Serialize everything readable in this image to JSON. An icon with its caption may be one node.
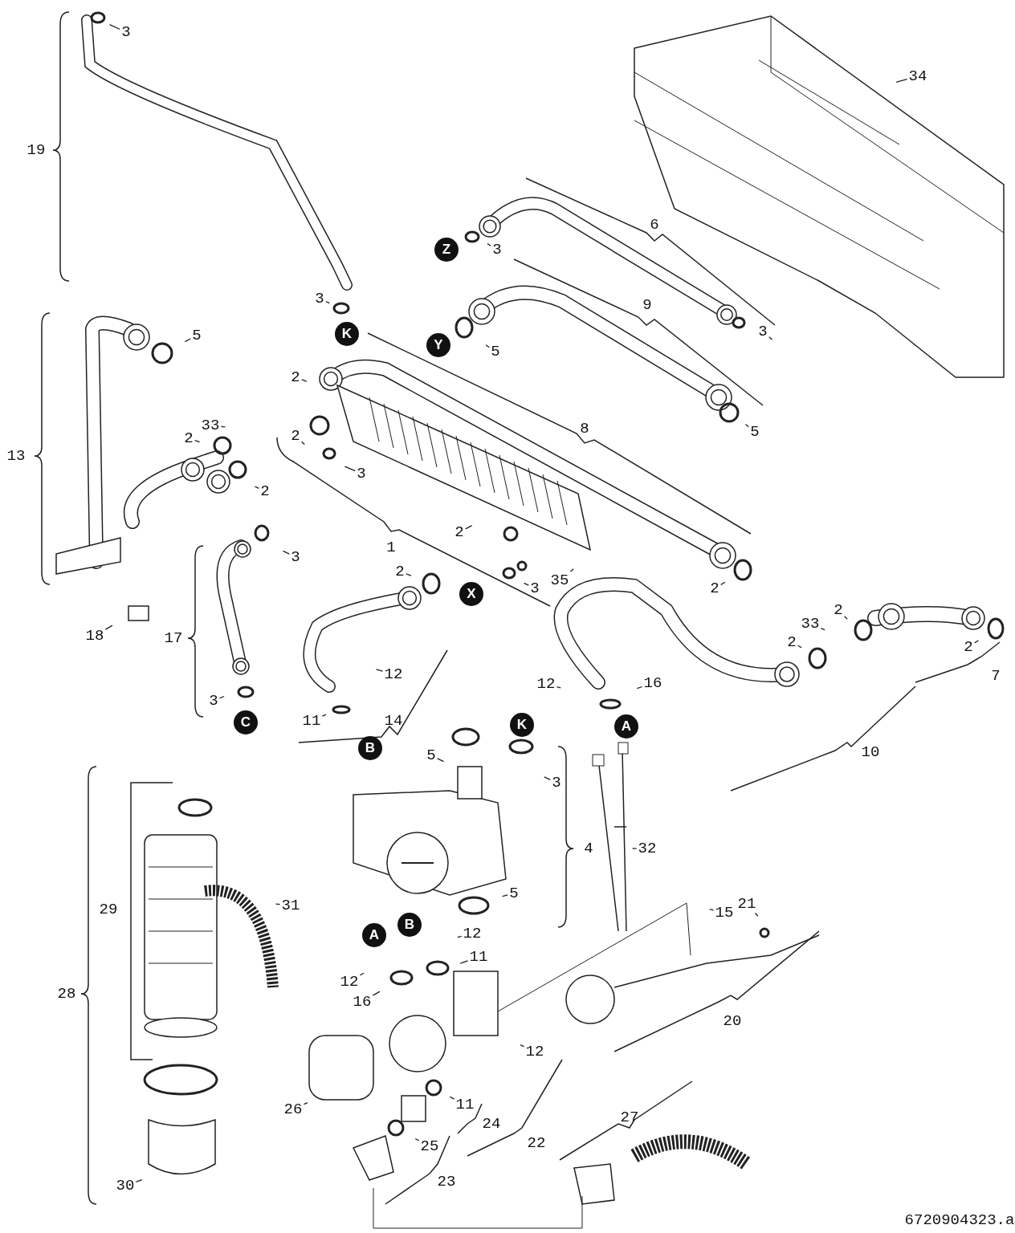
{
  "diagram": {
    "nodes": [
      {
        "text": [
          "3"
        ]
      },
      {
        "text": [
          "34"
        ]
      },
      {
        "text": [
          "Z"
        ]
      },
      {
        "text": [
          "3"
        ]
      },
      {
        "text": [
          "3"
        ]
      },
      {
        "text": [
          "Y"
        ]
      },
      {
        "text": [
          "5"
        ]
      },
      {
        "text": [
          "K"
        ]
      },
      {
        "text": [
          "3"
        ]
      },
      {
        "text": [
          "5"
        ]
      },
      {
        "text": [
          "2"
        ]
      },
      {
        "text": [
          "33"
        ]
      },
      {
        "text": [
          "5"
        ]
      },
      {
        "text": [
          "2"
        ]
      },
      {
        "text": [
          "2"
        ]
      },
      {
        "text": [
          "3"
        ]
      },
      {
        "text": [
          "2"
        ]
      },
      {
        "text": [
          "2"
        ]
      },
      {
        "text": [
          "3"
        ]
      },
      {
        "text": [
          "2"
        ]
      },
      {
        "text": [
          "35"
        ]
      },
      {
        "text": [
          "3"
        ]
      },
      {
        "text": [
          "X"
        ]
      },
      {
        "text": [
          "2"
        ]
      },
      {
        "text": [
          "2"
        ]
      },
      {
        "text": [
          "33"
        ]
      },
      {
        "text": [
          "18"
        ]
      },
      {
        "text": [
          "2"
        ]
      },
      {
        "text": [
          "2"
        ]
      },
      {
        "text": [
          "12"
        ]
      },
      {
        "text": [
          "12"
        ]
      },
      {
        "text": [
          "16"
        ]
      },
      {
        "text": [
          "3"
        ]
      },
      {
        "text": [
          "11"
        ]
      },
      {
        "text": [
          "C"
        ]
      },
      {
        "text": [
          "A"
        ]
      },
      {
        "text": [
          "B"
        ]
      },
      {
        "text": [
          "K"
        ]
      },
      {
        "text": [
          "5"
        ]
      },
      {
        "text": [
          "3"
        ]
      },
      {
        "text": [
          "32"
        ]
      },
      {
        "text": [
          "5"
        ]
      },
      {
        "text": [
          "31"
        ]
      },
      {
        "text": [
          "21"
        ]
      },
      {
        "text": [
          "15"
        ]
      },
      {
        "text": [
          "A"
        ]
      },
      {
        "text": [
          "B"
        ]
      },
      {
        "text": [
          "12"
        ]
      },
      {
        "text": [
          "11"
        ]
      },
      {
        "text": [
          "12"
        ]
      },
      {
        "text": [
          "16"
        ]
      },
      {
        "text": [
          "12"
        ]
      },
      {
        "text": [
          "11"
        ]
      },
      {
        "text": [
          "26"
        ]
      },
      {
        "text": [
          "25"
        ]
      },
      {
        "text": [
          "30"
        ]
      }
    ],
    "edges": [
      {
        "from": 0,
        "to": null,
        "arrow": "none"
      },
      {
        "from": 1,
        "to": null,
        "arrow": "none"
      },
      {
        "from": 3,
        "to": null,
        "arrow": "none"
      },
      {
        "from": 4,
        "to": null,
        "arrow": "none"
      },
      {
        "from": 6,
        "to": null,
        "arrow": "none"
      },
      {
        "from": 8,
        "to": null,
        "arrow": "none"
      },
      {
        "from": 9,
        "to": null,
        "arrow": "none"
      },
      {
        "from": 10,
        "to": null,
        "arrow": "none"
      },
      {
        "from": 11,
        "to": null,
        "arrow": "none"
      },
      {
        "from": 12,
        "to": null,
        "arrow": "none"
      },
      {
        "from": 13,
        "to": null,
        "arrow": "none"
      },
      {
        "from": 14,
        "to": null,
        "arrow": "none"
      },
      {
        "from": 15,
        "to": null,
        "arrow": "none"
      },
      {
        "from": 16,
        "to": null,
        "arrow": "none"
      },
      {
        "from": 17,
        "to": null,
        "arrow": "none"
      },
      {
        "from": 18,
        "to": null,
        "arrow": "none"
      },
      {
        "from": 19,
        "to": null,
        "arrow": "none"
      },
      {
        "from": 20,
        "to": null,
        "arrow": "none"
      },
      {
        "from": 21,
        "to": null,
        "arrow": "none"
      },
      {
        "from": 23,
        "to": null,
        "arrow": "none"
      },
      {
        "from": 24,
        "to": null,
        "arrow": "none"
      },
      {
        "from": 25,
        "to": null,
        "arrow": "none"
      },
      {
        "from": 26,
        "to": null,
        "arrow": "none"
      },
      {
        "from": 27,
        "to": null,
        "arrow": "none"
      },
      {
        "from": 28,
        "to": null,
        "arrow": "none"
      },
      {
        "from": 29,
        "to": null,
        "arrow": "none"
      },
      {
        "from": 30,
        "to": null,
        "arrow": "none"
      },
      {
        "from": 31,
        "to": null,
        "arrow": "none"
      },
      {
        "from": 32,
        "to": null,
        "arrow": "none"
      },
      {
        "from": 33,
        "to": null,
        "arrow": "none"
      },
      {
        "from": 38,
        "to": null,
        "arrow": "none"
      },
      {
        "from": 39,
        "to": null,
        "arrow": "none"
      },
      {
        "from": 40,
        "to": null,
        "arrow": "none"
      },
      {
        "from": 41,
        "to": null,
        "arrow": "none"
      },
      {
        "from": 42,
        "to": null,
        "arrow": "none"
      },
      {
        "from": 43,
        "to": null,
        "arrow": "none"
      },
      {
        "from": 44,
        "to": null,
        "arrow": "none"
      },
      {
        "from": 47,
        "to": null,
        "arrow": "none"
      },
      {
        "from": 48,
        "to": null,
        "arrow": "none"
      },
      {
        "from": 49,
        "to": null,
        "arrow": "none"
      },
      {
        "from": 50,
        "to": null,
        "arrow": "none"
      },
      {
        "from": 51,
        "to": null,
        "arrow": "none"
      },
      {
        "from": 52,
        "to": null,
        "arrow": "none"
      },
      {
        "from": 53,
        "to": null,
        "arrow": "none"
      },
      {
        "from": 54,
        "to": null,
        "arrow": "none"
      },
      {
        "from": 55,
        "to": null,
        "arrow": "none"
      }
    ],
    "labels": [
      "19",
      "6",
      "9",
      "8",
      "13",
      "1",
      "17",
      "7",
      "14",
      "10",
      "4",
      "29",
      "28",
      "20",
      "27",
      "24",
      "22",
      "23",
      "6720904323.a"
    ]
  }
}
